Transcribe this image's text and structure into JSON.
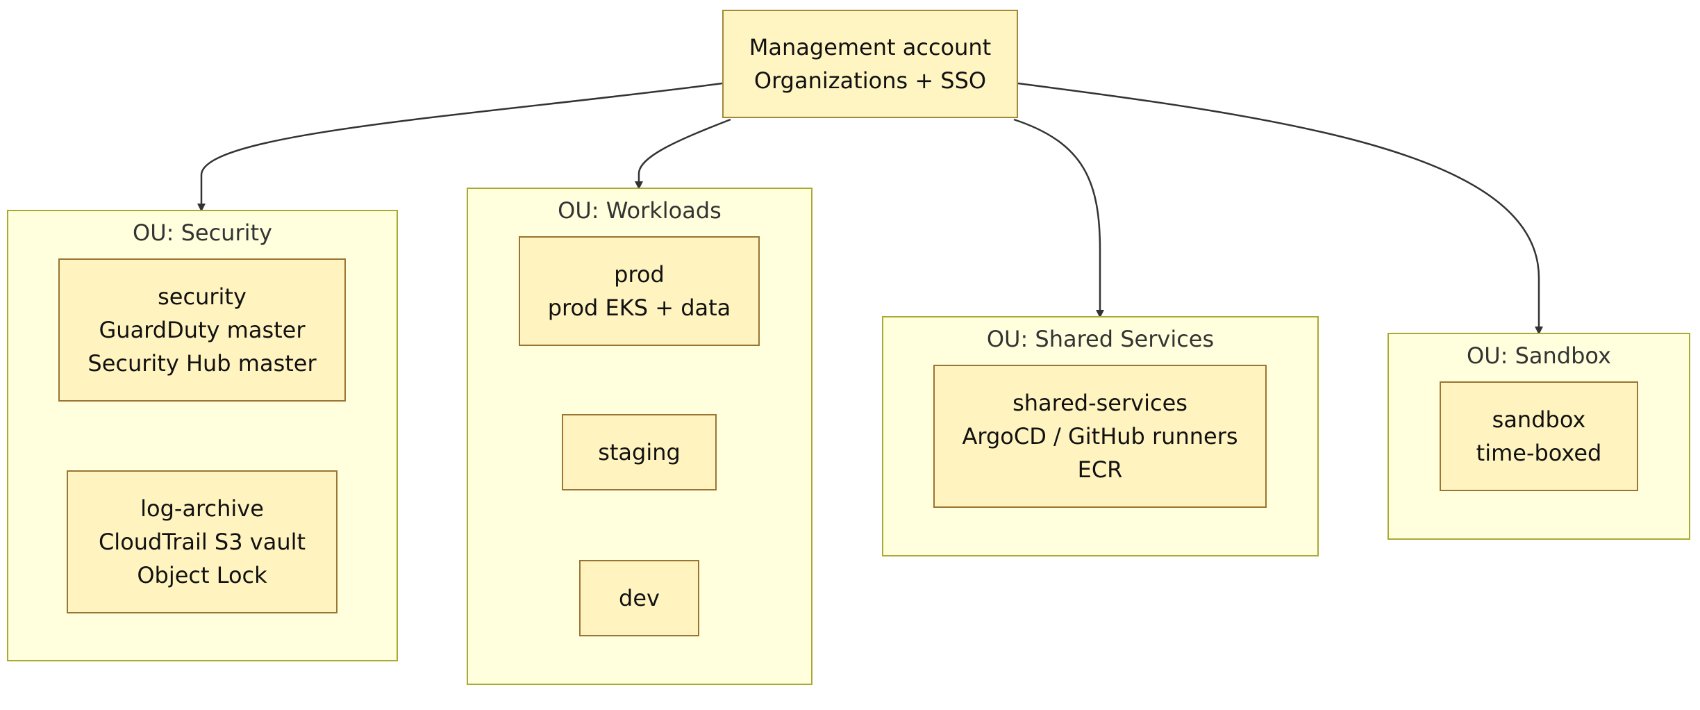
{
  "management": {
    "lines": [
      "Management account",
      "Organizations + SSO"
    ]
  },
  "clusters": {
    "security": {
      "title": "OU: Security",
      "nodes": [
        {
          "lines": [
            "security",
            "GuardDuty master",
            "Security Hub master"
          ]
        },
        {
          "lines": [
            "log-archive",
            "CloudTrail S3 vault",
            "Object Lock"
          ]
        }
      ]
    },
    "workloads": {
      "title": "OU: Workloads",
      "nodes": [
        {
          "lines": [
            "prod",
            "prod EKS + data"
          ]
        },
        {
          "lines": [
            "staging"
          ]
        },
        {
          "lines": [
            "dev"
          ]
        }
      ]
    },
    "shared": {
      "title": "OU: Shared Services",
      "nodes": [
        {
          "lines": [
            "shared-services",
            "ArgoCD / GitHub runners",
            "ECR"
          ]
        }
      ]
    },
    "sandbox": {
      "title": "OU: Sandbox",
      "nodes": [
        {
          "lines": [
            "sandbox",
            "time-boxed"
          ]
        }
      ]
    }
  },
  "colors": {
    "cluster_fill": "#ffffde",
    "cluster_border": "#aaaa33",
    "node_fill": "#fff4c0",
    "node_border": "#9a7433",
    "edge": "#333333"
  }
}
